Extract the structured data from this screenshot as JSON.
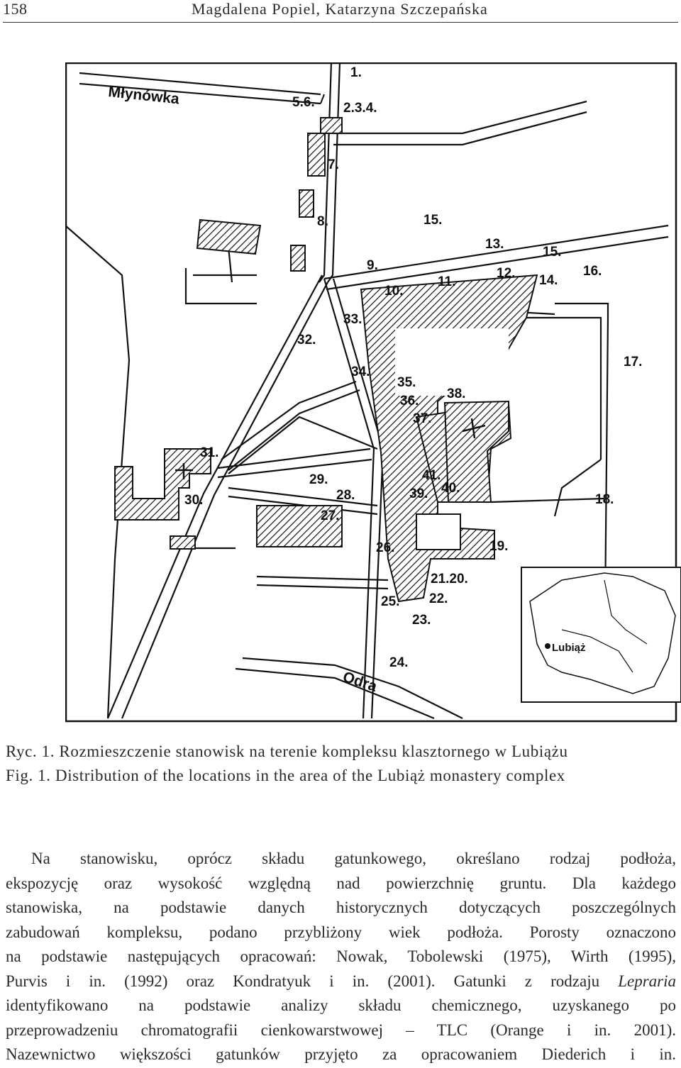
{
  "header": {
    "page_number": "158",
    "authors": "Magdalena Popiel, Katarzyna Szczepańska"
  },
  "figure": {
    "map_labels": {
      "l1": "1.",
      "l2": "2.3.4.",
      "l5": "5.6.",
      "l7": "7.",
      "l8": "8.",
      "l9": "9.",
      "l10": "10.",
      "l11": "11.",
      "l12": "12.",
      "l13": "13.",
      "l14": "14.",
      "l15a": "15.",
      "l15b": "15.",
      "l16": "16.",
      "l17": "17.",
      "l18": "18.",
      "l19": "19.",
      "l20": "21.20.",
      "l22": "22.",
      "l23": "23.",
      "l24": "24.",
      "l25": "25.",
      "l26": "26.",
      "l27": "27.",
      "l28": "28.",
      "l29": "29.",
      "l30": "30.",
      "l31": "31.",
      "l32": "32.",
      "l33": "33.",
      "l34": "34.",
      "l35": "35.",
      "l36": "36.",
      "l37": "37.",
      "l38": "38.",
      "l39": "39.",
      "l40": "40.",
      "l41": "41."
    },
    "river_mlynowka": "Młynówka",
    "river_odra": "Odra",
    "inset_label": "Lubiąż"
  },
  "captions": {
    "pl": "Ryc. 1. Rozmieszczenie stanowisk na terenie kompleksu klasztornego w Lubiążu",
    "en": "Fig. 1. Distribution of the locations in the area of the Lubiąż monastery complex"
  },
  "body": {
    "l1": "Na stanowisku, oprócz składu gatunkowego, określano rodzaj podłoża,",
    "l2": "ekspozycję oraz wysokość względną nad powierzchnię gruntu. Dla każdego",
    "l3": "stanowiska, na podstawie danych historycznych dotyczących poszczególnych",
    "l4": "zabudowań kompleksu, podano przybliżony wiek podłoża. Porosty oznaczono",
    "l5": "na podstawie następujących opracowań: Nowak, Tobolewski (1975), Wirth (1995),",
    "l6a": "Purvis i in. (1992) oraz Kondratyuk i in. (2001). Gatunki z rodzaju",
    "l6b": "Lepraria",
    "l7": "identyfikowano na podstawie analizy składu chemicznego, uzyskanego po",
    "l8": "przeprowadzeniu chromatografii cienkowarstwowej – TLC (Orange i in. 2001).",
    "l9": "Nazewnictwo większości gatunków przyjęto za opracowaniem Diederich i in."
  }
}
